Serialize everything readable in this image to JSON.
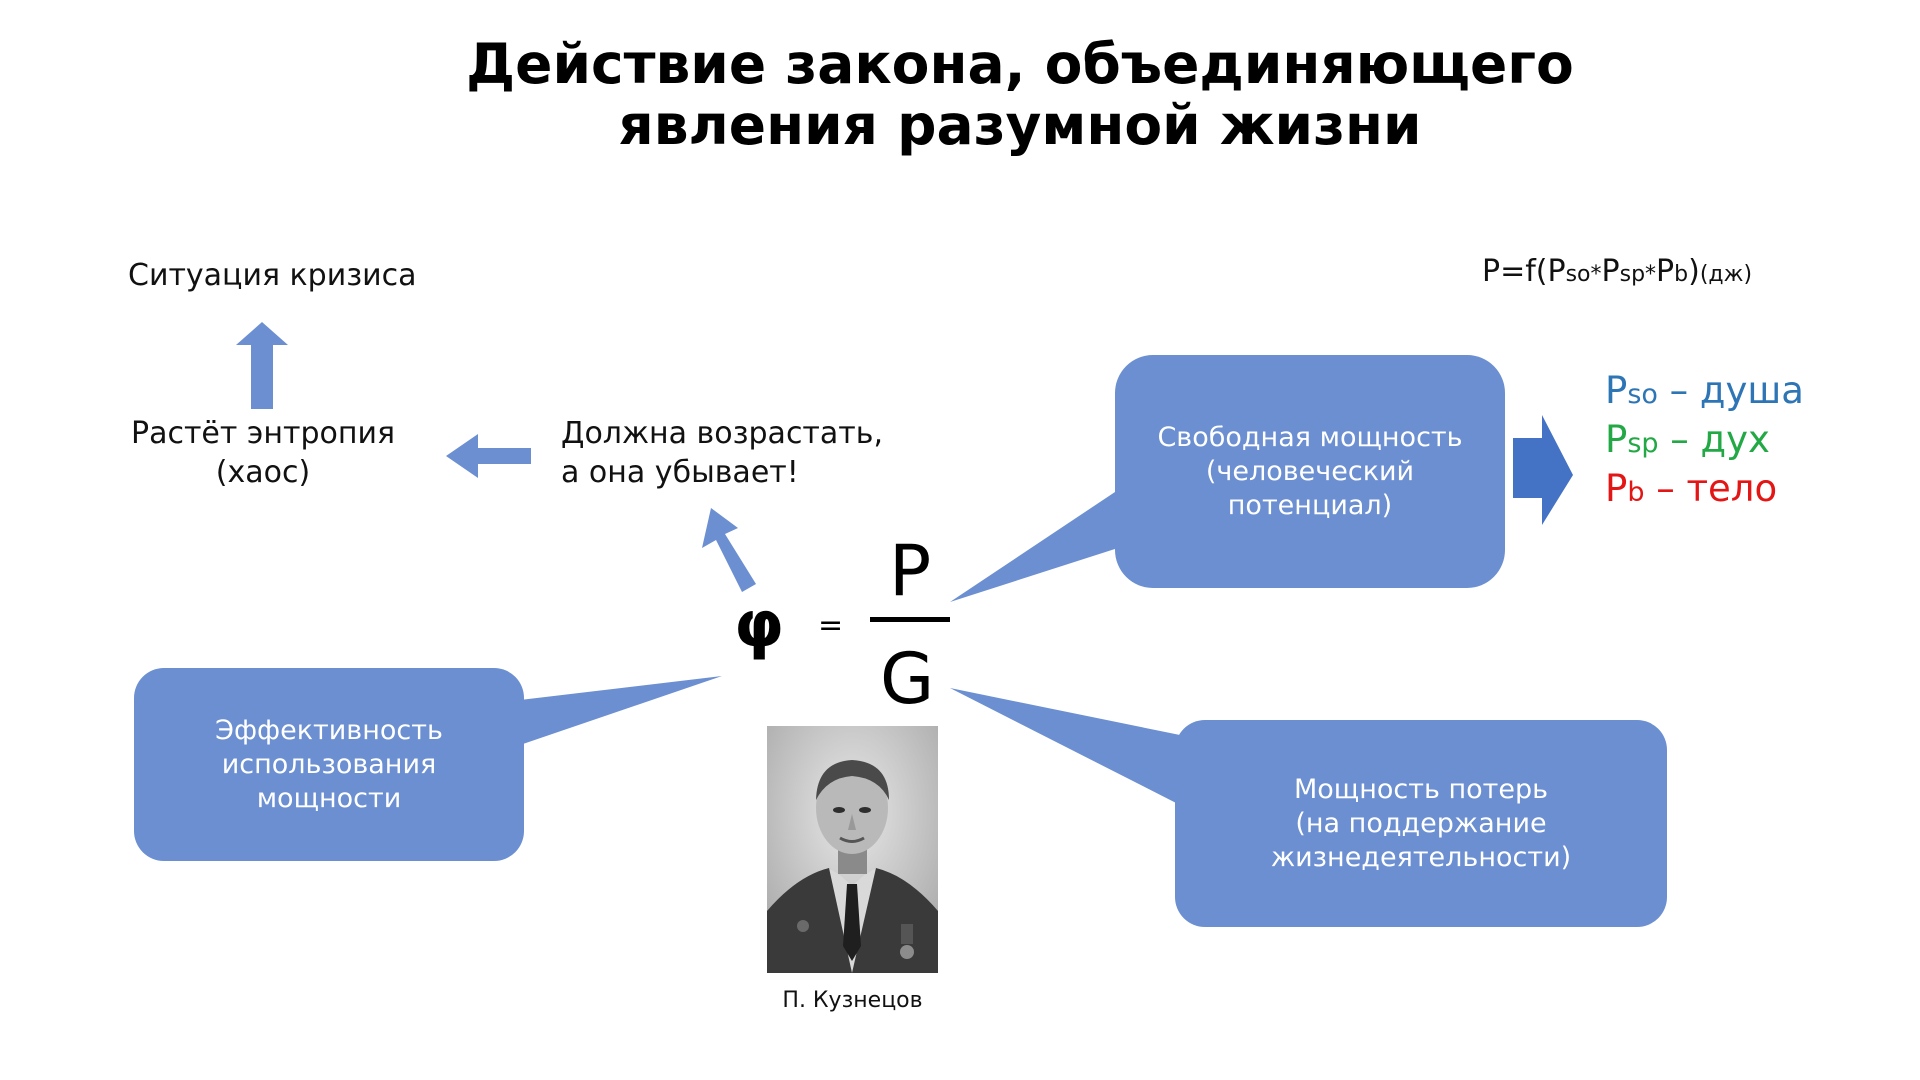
{
  "title": {
    "line1": "Действие закона, объединяющего",
    "line2": "явления разумной жизни"
  },
  "labels": {
    "crisis": "Ситуация кризиса",
    "entropy_line1": "Растёт энтропия",
    "entropy_line2": "(хаос)",
    "should_line1": "Должна возрастать,",
    "should_line2": "а она убывает!"
  },
  "formula": {
    "phi": "φ",
    "equals": "=",
    "numerator": "P",
    "denominator": "G",
    "top_prefix": "P=f(P",
    "top_so": "so*",
    "top_p2": "P",
    "top_sp": "sp*",
    "top_p3": "P",
    "top_b": "b",
    "top_suffix": ")",
    "top_unit": "(дж)"
  },
  "bubbles": {
    "free_power": {
      "line1": "Свободная мощность",
      "line2": "(человеческий",
      "line3": "потенциал)"
    },
    "efficiency": {
      "line1": "Эффективность",
      "line2": "использования",
      "line3": "мощности"
    },
    "loss_power": {
      "line1": "Мощность потерь",
      "line2": "(на поддержание",
      "line3": "жизнедеятельности)"
    }
  },
  "legend": [
    {
      "p": "P",
      "sub": "so",
      "text": " – душа",
      "color": "#2e75b6"
    },
    {
      "p": "P",
      "sub": "sp",
      "text": " – дух",
      "color": "#22a845"
    },
    {
      "p": "P",
      "sub": "b",
      "text": " – тело",
      "color": "#e31515"
    }
  ],
  "portrait": {
    "caption": "П. Кузнецов"
  },
  "colors": {
    "accent": "#6b8fd1",
    "arrow_dark": "#4472c4",
    "text": "#111111"
  }
}
